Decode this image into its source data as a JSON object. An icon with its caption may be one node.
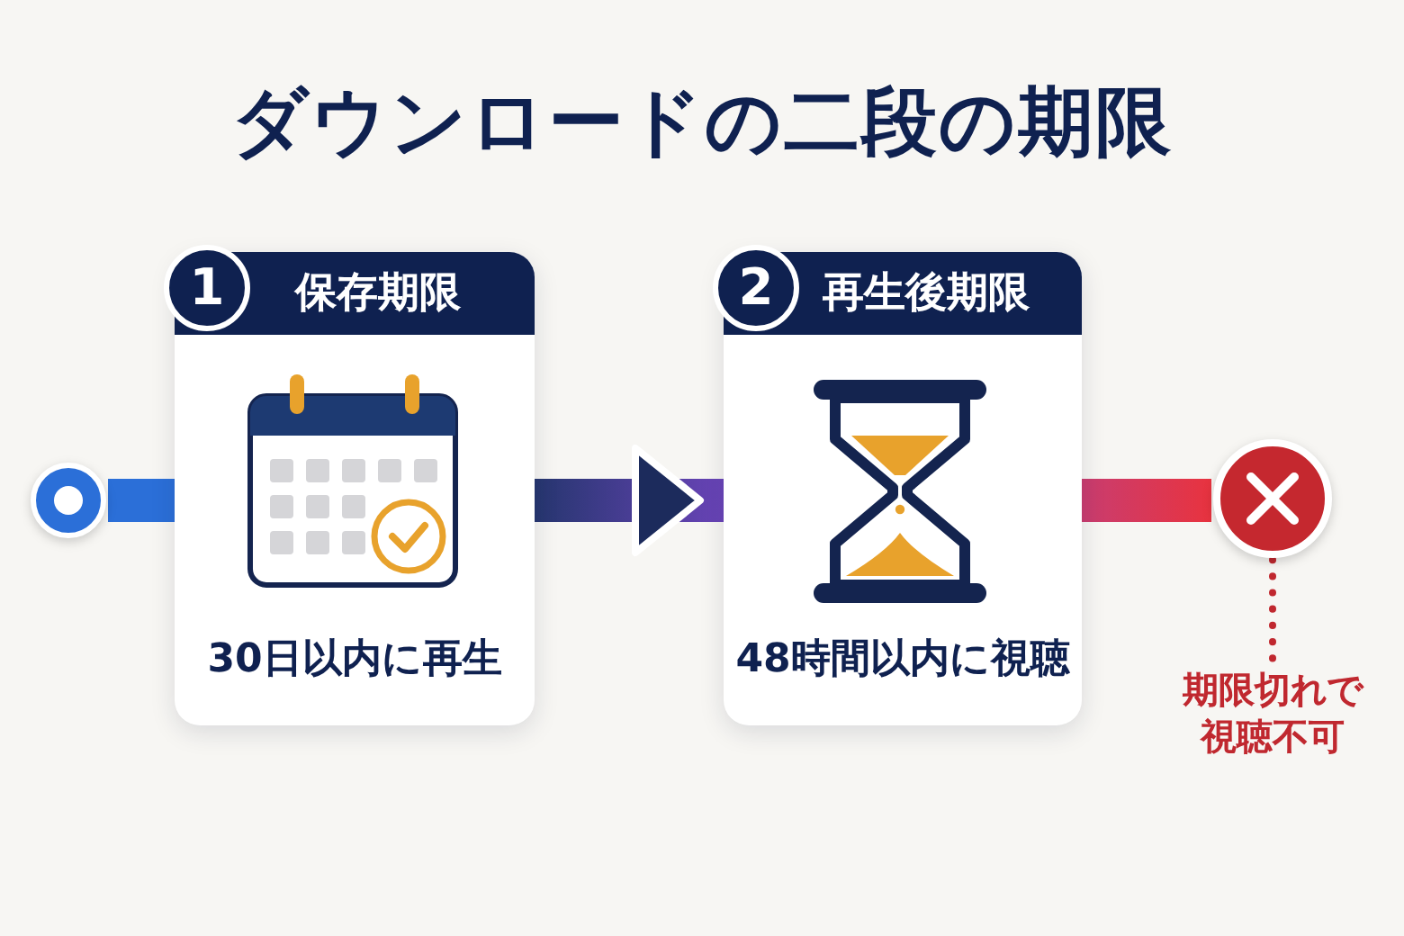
{
  "diagram": {
    "title": "ダウンロードの二段の期限",
    "nodes": [
      {
        "text": [],
        "shape": "circle"
      },
      {
        "text": [
          "1",
          "保存期限",
          "30日以内に再生"
        ]
      },
      {
        "text": [
          "2",
          "再生後期限",
          "48時間以内に視聴"
        ]
      },
      {
        "text": [],
        "shape": "circle"
      },
      {
        "text": [
          "期限切れで視聴不可"
        ]
      }
    ],
    "edges": [
      {
        "from": 0,
        "to": 1,
        "arrow": "none",
        "style": "thick",
        "color": "#2b6fd8"
      },
      {
        "from": 1,
        "to": 2,
        "arrow": "to",
        "style": "thick",
        "color": "#6a44b8"
      },
      {
        "from": 2,
        "to": 3,
        "arrow": "none",
        "style": "thick",
        "color": "#e8333f"
      },
      {
        "from": 3,
        "to": 4,
        "arrow": "none",
        "style": "dashed",
        "color": "#c0282f"
      }
    ]
  }
}
